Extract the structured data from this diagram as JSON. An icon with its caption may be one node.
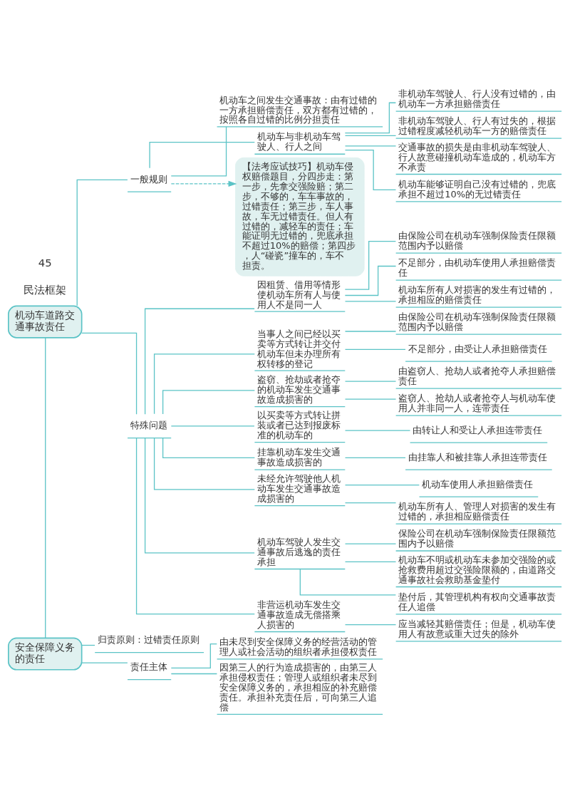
{
  "diagram": {
    "nodes": [
      {
        "text": [
          "机动车道路交通事故责任"
        ]
      },
      {
        "text": [
          "一般规则"
        ]
      },
      {
        "text": [
          "机动车之间发生交通事故：由有过错的一方承担赔偿责任，双方都有过错的，按照各自过错的比例分担责任"
        ]
      },
      {
        "text": [
          "机动车与非机动车驾驶人、行人之间"
        ]
      },
      {
        "text": [
          "非机动车驾驶人、行人没有过错的，由机动车一方承担赔偿责任"
        ]
      },
      {
        "text": [
          "非机动车驾驶人、行人有过失的，根据过错程度减轻机动车一方的赔偿责任"
        ]
      },
      {
        "text": [
          "交通事故的损失是由非机动车驾驶人、行人故意碰撞机动车造成的，机动车方不承责"
        ]
      },
      {
        "text": [
          "机动车能够证明自己没有过错的，兜底承担不超过10%的无过错责任"
        ]
      },
      {
        "text": [
          "特殊问题"
        ]
      },
      {
        "text": [
          "因租赁、借用等情形使机动车所有人与使用人不是同一人"
        ]
      },
      {
        "text": [
          "由保险公司在机动车强制保险责任限额范围内予以赔偿"
        ]
      },
      {
        "text": [
          "不足部分，由机动车使用人承担赔偿责任"
        ]
      },
      {
        "text": [
          "机动车所有人对损害的发生有过错的，承担相应的赔偿责任"
        ]
      },
      {
        "text": [
          "当事人之间已经以买卖等方式转让并交付机动车但未办理所有权转移的登记"
        ]
      },
      {
        "text": [
          "由保险公司在机动车强制保险责任限额范围内予以赔偿"
        ]
      },
      {
        "text": [
          "不足部分，由受让人承担赔偿责任"
        ]
      },
      {
        "text": [
          "盗窃、抢劫或者抢夺的机动车发生交通事故造成损害的"
        ]
      },
      {
        "text": [
          "由盗窃人、抢劫人或者抢夺人承担赔偿责任"
        ]
      },
      {
        "text": [
          "盗窃人、抢劫人或者抢夺人与机动车使用人并非同一人，连带责任"
        ]
      },
      {
        "text": [
          "以买卖等方式转让拼装或者已达到报废标准的机动车的"
        ]
      },
      {
        "text": [
          "由转让人和受让人承担连带责任"
        ]
      },
      {
        "text": [
          "挂靠机动车发生交通事故造成损害的"
        ]
      },
      {
        "text": [
          "由挂靠人和被挂靠人承担连带责任"
        ]
      },
      {
        "text": [
          "未经允许驾驶他人机动车发生交通事故造成损害的"
        ]
      },
      {
        "text": [
          "机动车使用人承担赔偿责任"
        ]
      },
      {
        "text": [
          "机动车所有人、管理人对损害的发生有过错的，承担相应赔偿责任"
        ]
      },
      {
        "text": [
          "机动车驾驶人发生交通事故后逃逸的责任承担"
        ]
      },
      {
        "text": [
          "保险公司在机动车强制保险责任限额范围内予以赔偿"
        ]
      },
      {
        "text": [
          "机动车不明或机动车未参加交强险的或抢救费用超过交强险限额的，由道路交通事故社会救助基金垫付"
        ]
      },
      {
        "text": [
          "垫付后，其管理机构有权向交通事故责任人追偿"
        ]
      },
      {
        "text": [
          "非营运机动车发生交通事故造成无偿搭乘人损害的"
        ]
      },
      {
        "text": [
          "应当减轻其赔偿责任；但是，机动车使用人有故意或重大过失的除外"
        ]
      },
      {
        "text": [
          "安全保障义务的责任"
        ]
      },
      {
        "text": [
          "归责原则：过错责任原则"
        ]
      },
      {
        "text": [
          "责任主体"
        ]
      },
      {
        "text": [
          "由未尽到安全保障义务的经营活动的管理人或社会活动的组织者承担侵权责任"
        ]
      },
      {
        "text": [
          "因第三人的行为造成损害的，由第三人承担侵权责任；管理人或组织者未尽到安全保障义务的，承担相应的补充赔偿责任。承担补充责任后，可向第三人追偿"
        ]
      },
      {
        "text": [
          "【法考应试技巧】机动车侵权赔偿题目，分四步走：第一步，先拿交强险赔；第二步，不够的，车车事故的，过错责任；第三步，车人事故，车无过错责任。但人有过错的，减轻车的责任；车能证明无过错的，兜底承担不超过10%的赔偿；第四步，人“碰瓷”撞车的，车不担责。"
        ]
      }
    ],
    "edges": [
      {
        "from": 0,
        "to": 32,
        "arrow": "none"
      },
      {
        "from": 0,
        "to": 1,
        "arrow": "none"
      },
      {
        "from": 1,
        "to": 2,
        "arrow": "none"
      },
      {
        "from": 1,
        "to": 3,
        "arrow": "none"
      },
      {
        "from": 3,
        "to": 4,
        "arrow": "none"
      },
      {
        "from": 3,
        "to": 5,
        "arrow": "none"
      },
      {
        "from": 3,
        "to": 6,
        "arrow": "none"
      },
      {
        "from": 3,
        "to": 7,
        "arrow": "none"
      },
      {
        "from": 0,
        "to": 8,
        "arrow": "none"
      },
      {
        "from": 8,
        "to": 9,
        "arrow": "none"
      },
      {
        "from": 9,
        "to": 10,
        "arrow": "none"
      },
      {
        "from": 9,
        "to": 11,
        "arrow": "none"
      },
      {
        "from": 9,
        "to": 12,
        "arrow": "none"
      },
      {
        "from": 8,
        "to": 13,
        "arrow": "none"
      },
      {
        "from": 13,
        "to": 14,
        "arrow": "none"
      },
      {
        "from": 13,
        "to": 15,
        "arrow": "none"
      },
      {
        "from": 8,
        "to": 16,
        "arrow": "none"
      },
      {
        "from": 16,
        "to": 17,
        "arrow": "none"
      },
      {
        "from": 16,
        "to": 18,
        "arrow": "none"
      },
      {
        "from": 8,
        "to": 19,
        "arrow": "none"
      },
      {
        "from": 19,
        "to": 20,
        "arrow": "none"
      },
      {
        "from": 8,
        "to": 21,
        "arrow": "none"
      },
      {
        "from": 21,
        "to": 22,
        "arrow": "none"
      },
      {
        "from": 8,
        "to": 23,
        "arrow": "none"
      },
      {
        "from": 23,
        "to": 24,
        "arrow": "none"
      },
      {
        "from": 23,
        "to": 25,
        "arrow": "none"
      },
      {
        "from": 8,
        "to": 26,
        "arrow": "none"
      },
      {
        "from": 26,
        "to": 27,
        "arrow": "none"
      },
      {
        "from": 26,
        "to": 28,
        "arrow": "none"
      },
      {
        "from": 26,
        "to": 29,
        "arrow": "none"
      },
      {
        "from": 8,
        "to": 30,
        "arrow": "none"
      },
      {
        "from": 30,
        "to": 31,
        "arrow": "none"
      },
      {
        "from": 32,
        "to": 33,
        "arrow": "none"
      },
      {
        "from": 32,
        "to": 34,
        "arrow": "none"
      },
      {
        "from": 34,
        "to": 35,
        "arrow": "none"
      },
      {
        "from": 34,
        "to": 36,
        "arrow": "none"
      },
      {
        "from": 1,
        "to": 37,
        "arrow": "to",
        "style": "dashed"
      }
    ],
    "labels": [
      "民法框架",
      "45"
    ]
  }
}
